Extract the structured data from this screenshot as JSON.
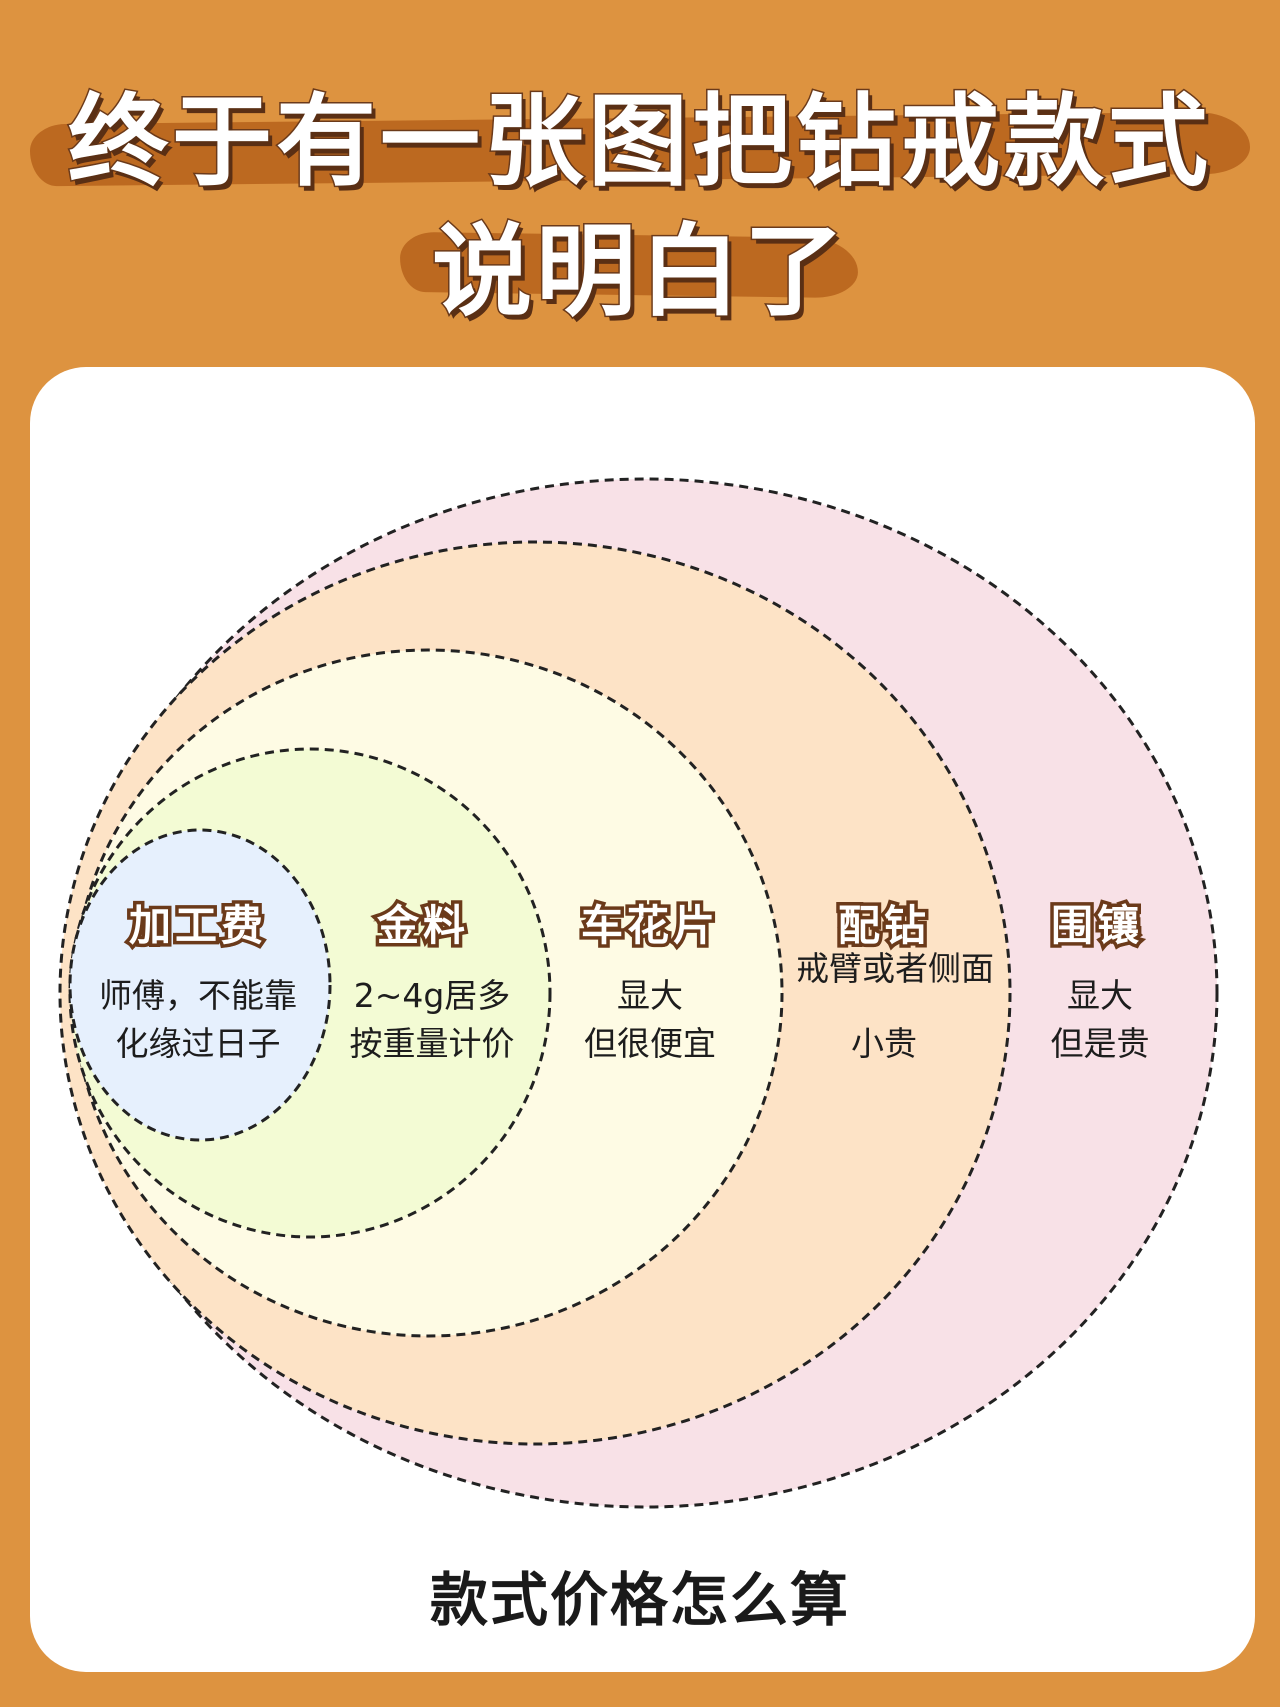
{
  "header": {
    "title_line1": "终于有一张图把钻戒款式",
    "title_line2": "说明白了"
  },
  "colors": {
    "background": "#dd9340",
    "brush": "#b9661f",
    "card": "#ffffff",
    "ring_outer": "#f8e1e7",
    "ring_fourth": "#fde3c6",
    "ring_third": "#fefbe4",
    "ring_second": "#f3fbd4",
    "ring_inner": "#e6f0fd",
    "outline": "#6b3a1a"
  },
  "rings": [
    {
      "title": "加工费",
      "line1": "师傅，不能靠",
      "line2": "化缘过日子"
    },
    {
      "title": "金料",
      "line1": "2~4g居多",
      "line2": "按重量计价"
    },
    {
      "title": "车花片",
      "line1": "显大",
      "line2": "但很便宜"
    },
    {
      "title": "配钻",
      "line1": "戒臂或者侧面",
      "line2": "小贵"
    },
    {
      "title": "围镶",
      "line1": "显大",
      "line2": "但是贵"
    }
  ],
  "caption": "款式价格怎么算"
}
